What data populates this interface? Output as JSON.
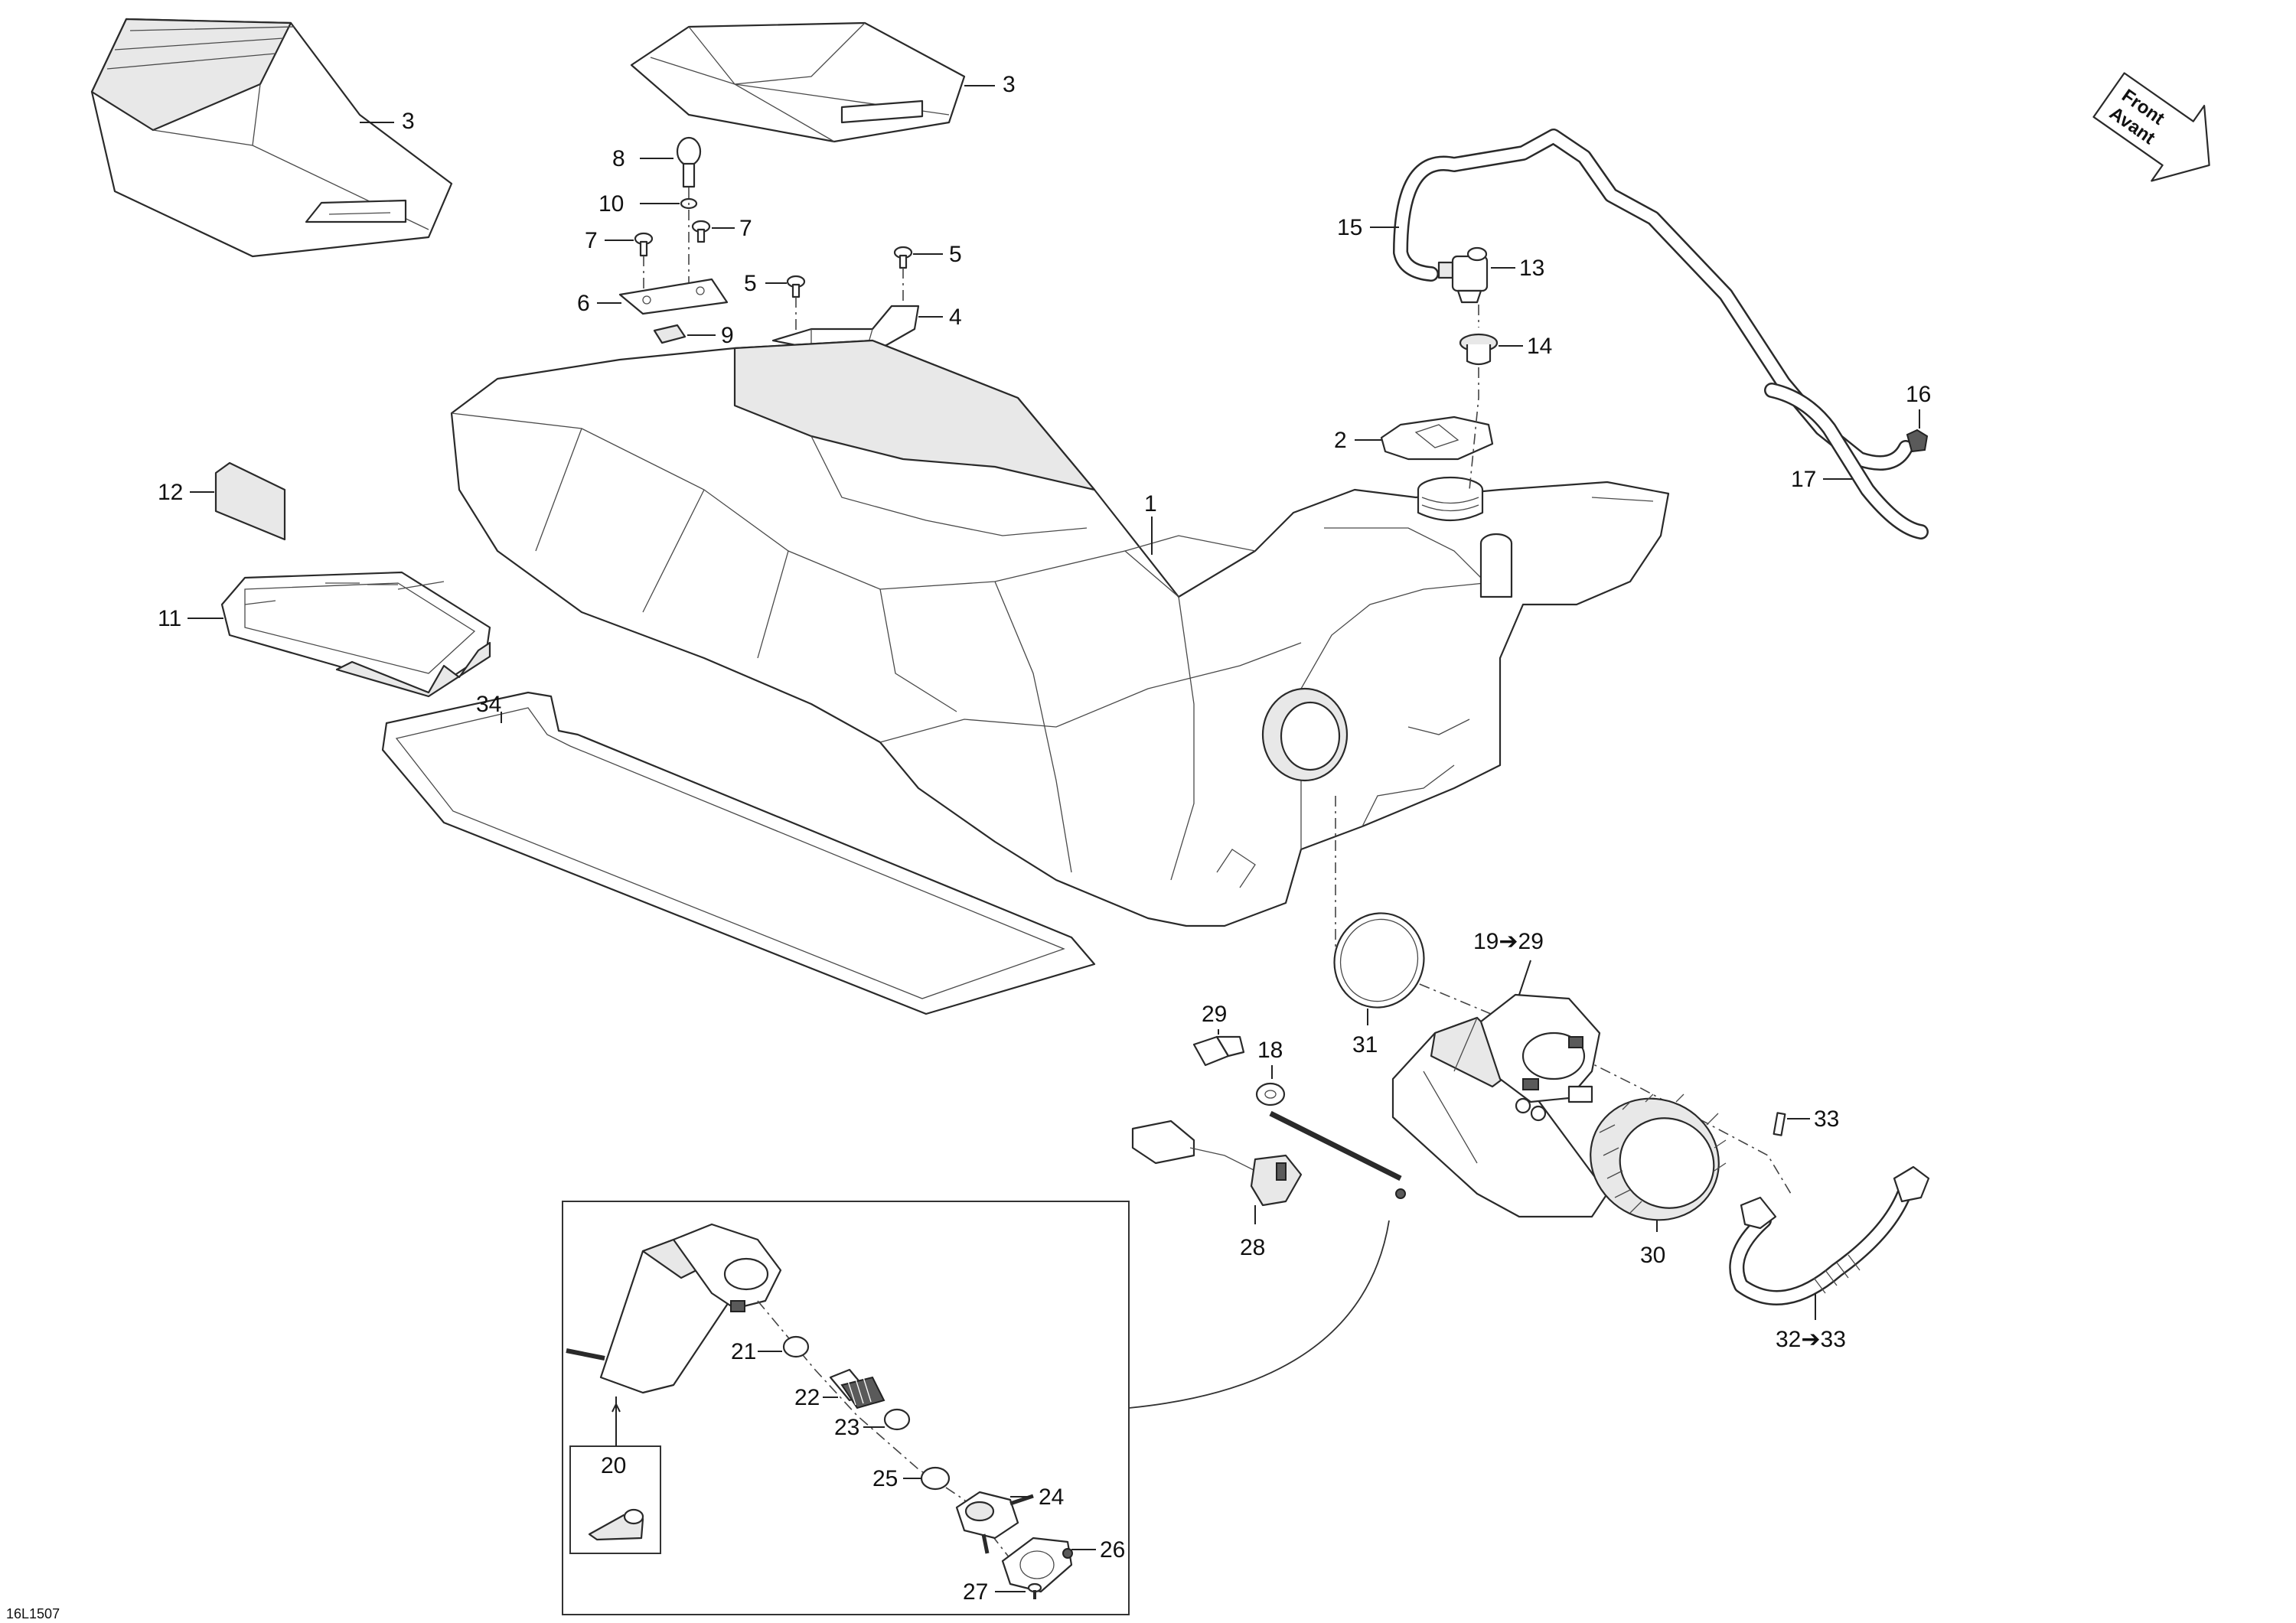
{
  "drawing_code": "16L1507",
  "direction_arrow": {
    "line1": "Front",
    "line2": "Avant"
  },
  "callouts": {
    "c1": "1",
    "c2": "2",
    "c3a": "3",
    "c3b": "3",
    "c4": "4",
    "c5a": "5",
    "c5b": "5",
    "c6": "6",
    "c7a": "7",
    "c7b": "7",
    "c8": "8",
    "c9": "9",
    "c10": "10",
    "c11": "11",
    "c12": "12",
    "c13": "13",
    "c14": "14",
    "c15": "15",
    "c16": "16",
    "c17": "17",
    "c18": "18",
    "c19_29": "19➔29",
    "c20": "20",
    "c21": "21",
    "c22": "22",
    "c23": "23",
    "c24": "24",
    "c25": "25",
    "c26": "26",
    "c27": "27",
    "c28": "28",
    "c29": "29",
    "c30": "30",
    "c31": "31",
    "c32_33": "32➔33",
    "c33": "33",
    "c34": "34"
  }
}
